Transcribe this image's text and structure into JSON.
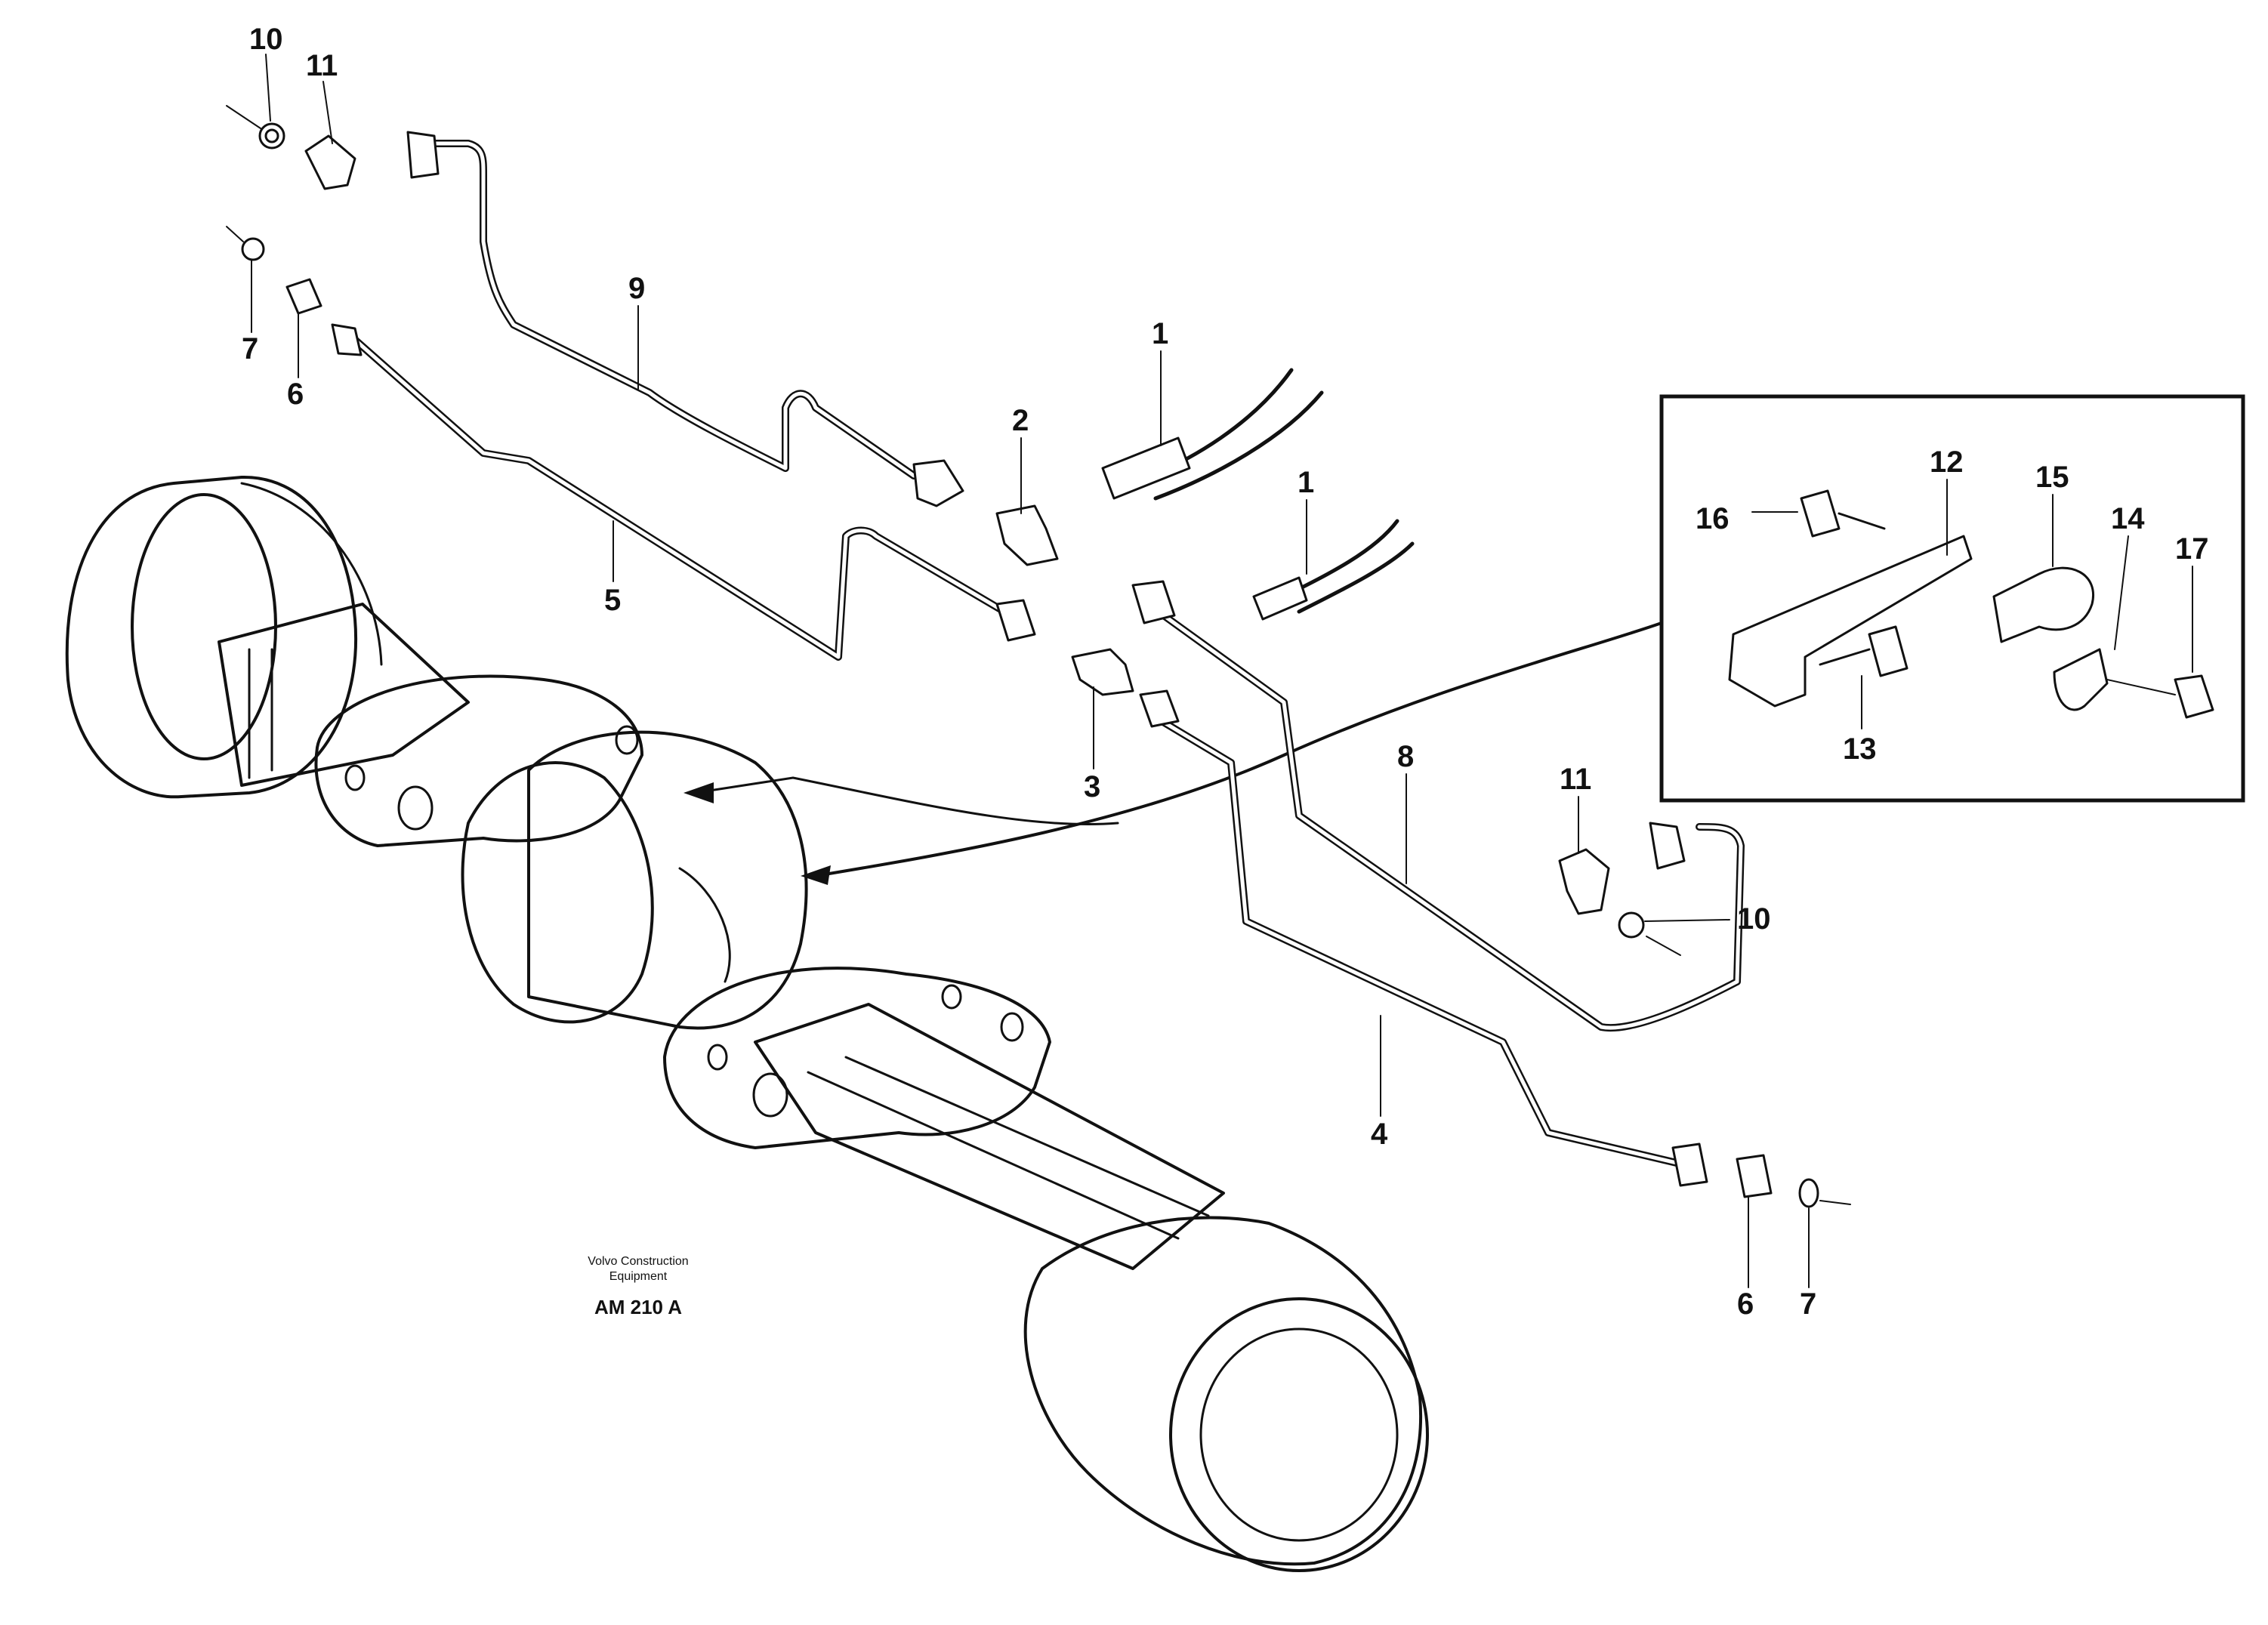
{
  "callouts": {
    "c10_tl": "10",
    "c11_tl": "11",
    "c7_tl": "7",
    "c6_tl": "6",
    "c9": "9",
    "c5": "5",
    "c1_top": "1",
    "c2": "2",
    "c1_mid": "1",
    "c3": "3",
    "c8": "8",
    "c4": "4",
    "c11_r": "11",
    "c10_r": "10",
    "c6_br": "6",
    "c7_br": "7",
    "c16": "16",
    "c12": "12",
    "c15": "15",
    "c14": "14",
    "c17": "17",
    "c13": "13"
  },
  "caption": {
    "line1": "Volvo Construction",
    "line2": "Equipment",
    "code": "AM 210 A"
  }
}
